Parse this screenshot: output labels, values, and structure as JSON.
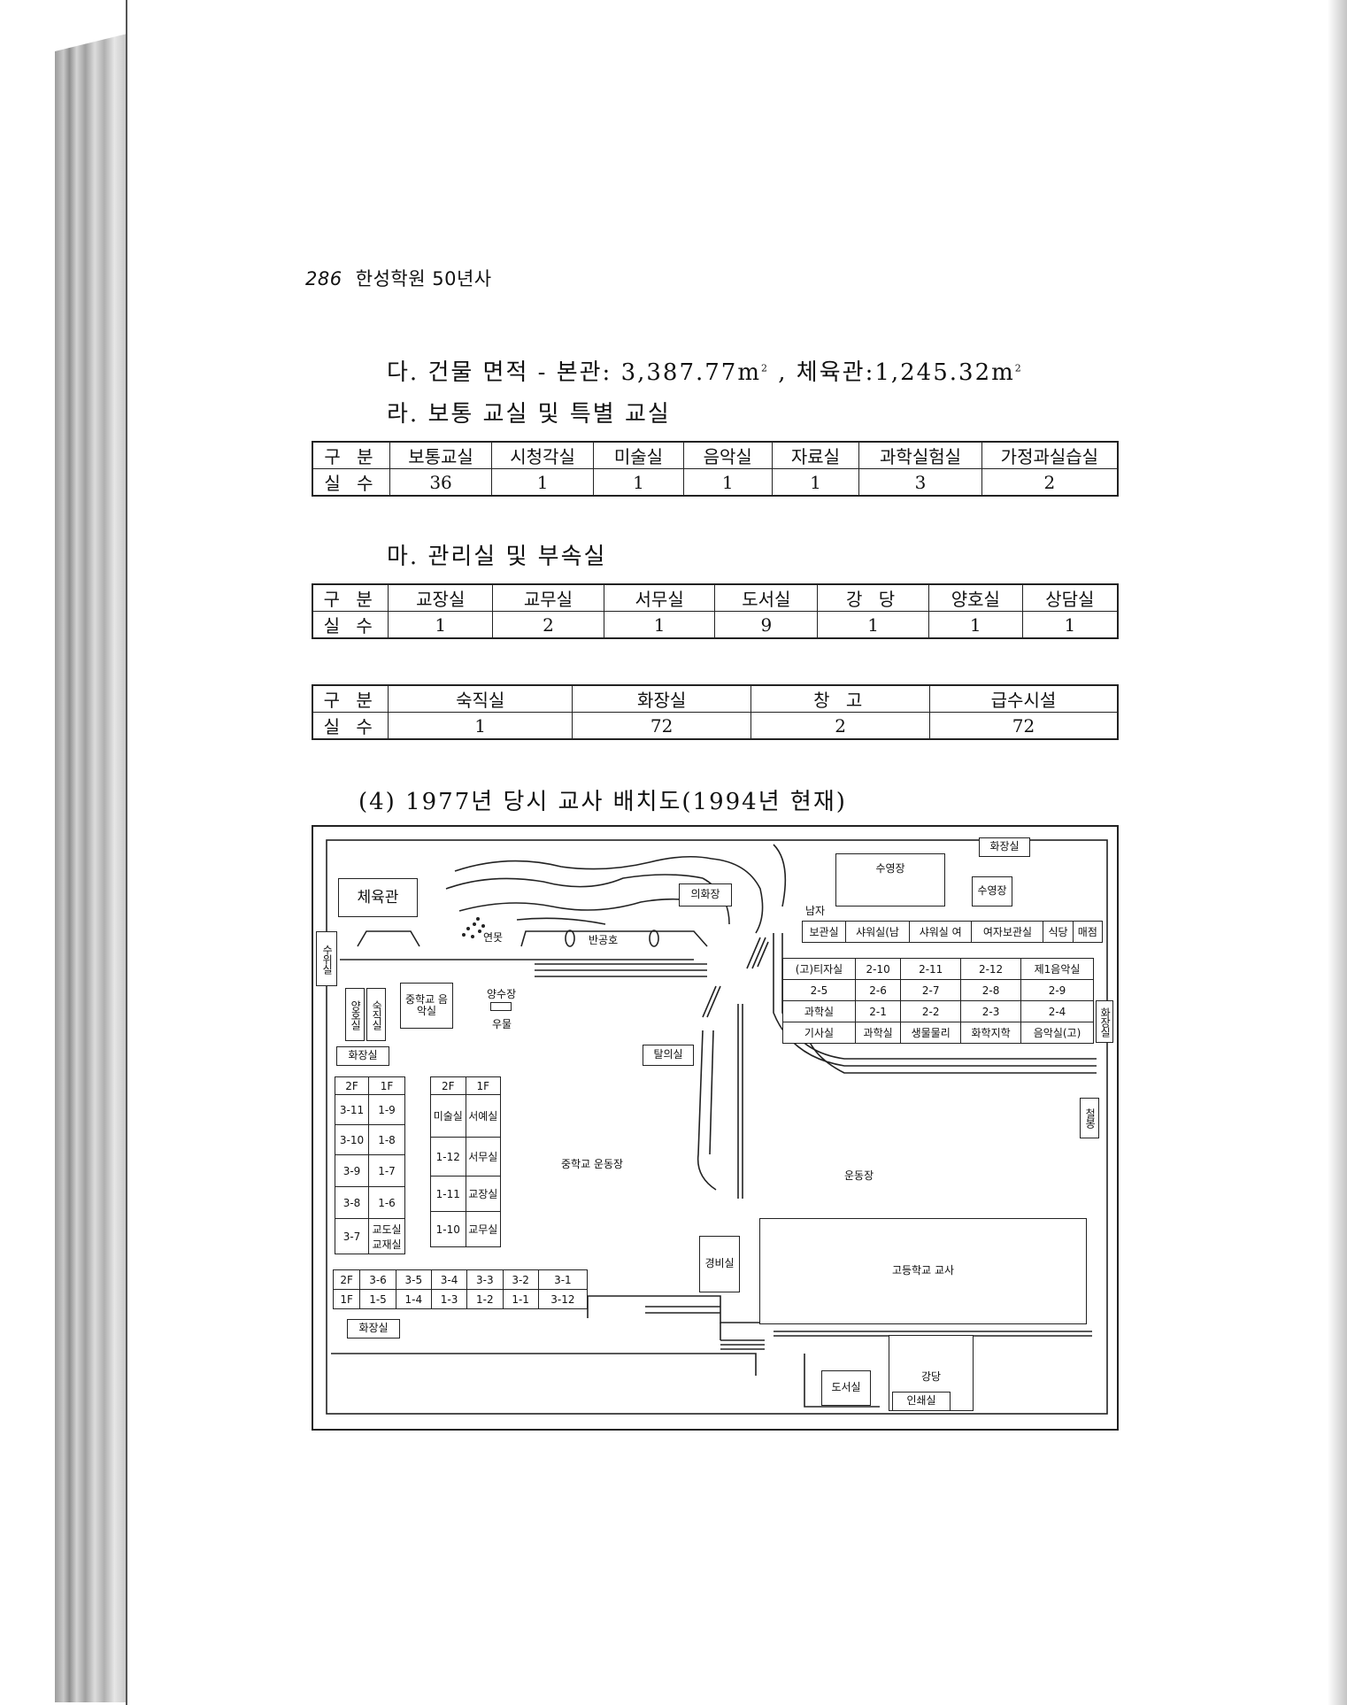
{
  "running_head": {
    "page_number": "286",
    "book_title": "한성학원 50년사"
  },
  "section_da": {
    "label": "다. 건물 면적 - 본관: 3,387.77",
    "unit": "m",
    "sup": "2",
    "mid": " , 체육관:1,245.32",
    "unit2": "m",
    "sup2": "2"
  },
  "section_ra": {
    "label": "라. 보통 교실 및 특별 교실"
  },
  "table1": {
    "headers": [
      "구 분",
      "보통교실",
      "시청각실",
      "미술실",
      "음악실",
      "자료실",
      "과학실험실",
      "가정과실습실"
    ],
    "row": [
      "실 수",
      "36",
      "1",
      "1",
      "1",
      "1",
      "3",
      "2"
    ]
  },
  "section_ma": {
    "label": "마. 관리실 및 부속실"
  },
  "table2": {
    "headers": [
      "구 분",
      "교장실",
      "교무실",
      "서무실",
      "도서실",
      "강 당",
      "양호실",
      "상담실"
    ],
    "row": [
      "실 수",
      "1",
      "2",
      "1",
      "9",
      "1",
      "1",
      "1"
    ]
  },
  "table3": {
    "headers": [
      "구 분",
      "숙직실",
      "화장실",
      "창 고",
      "급수시설"
    ],
    "row": [
      "실 수",
      "1",
      "72",
      "2",
      "72"
    ]
  },
  "section_4": {
    "label": "(4) 1977년 당시 교사 배치도(1994년 현재)"
  },
  "map": {
    "gym": "체육관",
    "guard_left": "수위실",
    "pond": "연못",
    "bangong": "반공호",
    "restroom_top_mid": "의화장",
    "infirmary": "양호실",
    "night_room": "숙직실",
    "middle_music": "중학교 음악실",
    "water_tank": "양수장",
    "well": "우물",
    "restroom_left": "화장실",
    "changing": "탈의실",
    "middle_field": "중학교 운동장",
    "field": "운동장",
    "guard_room": "경비실",
    "high_school": "고등학교 교사",
    "auditorium": "강당",
    "print_room": "인쇄실",
    "library": "도서실",
    "restroom_bottom": "화장실",
    "iron_bars": "철봉",
    "pool": "수영장",
    "pool_small": "수영장",
    "restroom_top_right": "화장실",
    "restroom_right": "화장실",
    "male_label": "남자",
    "top_strip": [
      "보관실",
      "샤워실(남",
      "샤워실 여",
      "여자보관실",
      "식당",
      "매점"
    ],
    "right_grid": [
      [
        "(고)티자실",
        "2-10",
        "2-11",
        "2-12",
        "제1음악실"
      ],
      [
        "2-5",
        "2-6",
        "2-7",
        "2-8",
        "2-9"
      ],
      [
        "과학실",
        "2-1",
        "2-2",
        "2-3",
        "2-4"
      ],
      [
        "기사실",
        "과학실",
        "생물물리",
        "화학지학",
        "음악실(고)"
      ]
    ],
    "left_grid_a": [
      [
        "2F",
        "1F"
      ],
      [
        "3-11",
        "1-9"
      ],
      [
        "3-10",
        "1-8"
      ],
      [
        "3-9",
        "1-7"
      ],
      [
        "3-8",
        "1-6"
      ],
      [
        "3-7",
        "교도실 교재실"
      ]
    ],
    "left_grid_b": [
      [
        "2F",
        "1F"
      ],
      [
        "미술실",
        "서예실"
      ],
      [
        "1-12",
        "서무실"
      ],
      [
        "1-11",
        "교장실"
      ],
      [
        "1-10",
        "교무실"
      ]
    ],
    "bottom_grid": [
      [
        "2F",
        "3-6",
        "3-5",
        "3-4",
        "3-3",
        "3-2",
        "3-1"
      ],
      [
        "1F",
        "1-5",
        "1-4",
        "1-3",
        "1-2",
        "1-1",
        "3-12"
      ]
    ]
  }
}
